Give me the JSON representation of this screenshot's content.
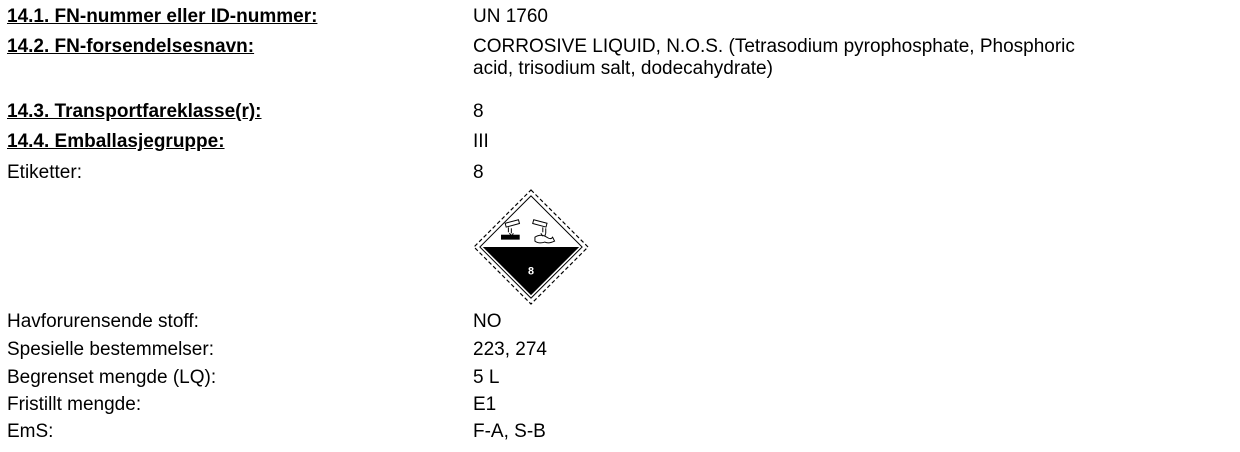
{
  "transport": {
    "un_number": {
      "label": "14.1. FN-nummer eller ID-nummer:",
      "value": "UN 1760"
    },
    "shipping_name": {
      "label": "14.2. FN-forsendelsesnavn:",
      "value_line1": "CORROSIVE LIQUID, N.O.S. (Tetrasodium pyrophosphate, Phosphoric",
      "value_line2": "acid, trisodium salt, dodecahydrate)"
    },
    "hazard_class": {
      "label": "14.3. Transportfareklasse(r):",
      "value": "8"
    },
    "packing_group": {
      "label": "14.4. Emballasjegruppe:",
      "value": "III"
    },
    "labels": {
      "label": "Etiketter:",
      "value": "8",
      "placard_number": "8",
      "placard_icon": "corrosive-hazard-diamond-icon"
    },
    "marine_pollutant": {
      "label": "Havforurensende stoff:",
      "value": "NO"
    },
    "special_provisions": {
      "label": "Spesielle bestemmelser:",
      "value": "223, 274"
    },
    "limited_quantity": {
      "label": "Begrenset mengde (LQ):",
      "value": "5 L"
    },
    "excepted_quantity": {
      "label": "Fristillt mengde:",
      "value": "E1"
    },
    "ems": {
      "label": "EmS:",
      "value": "F-A, S-B"
    }
  }
}
